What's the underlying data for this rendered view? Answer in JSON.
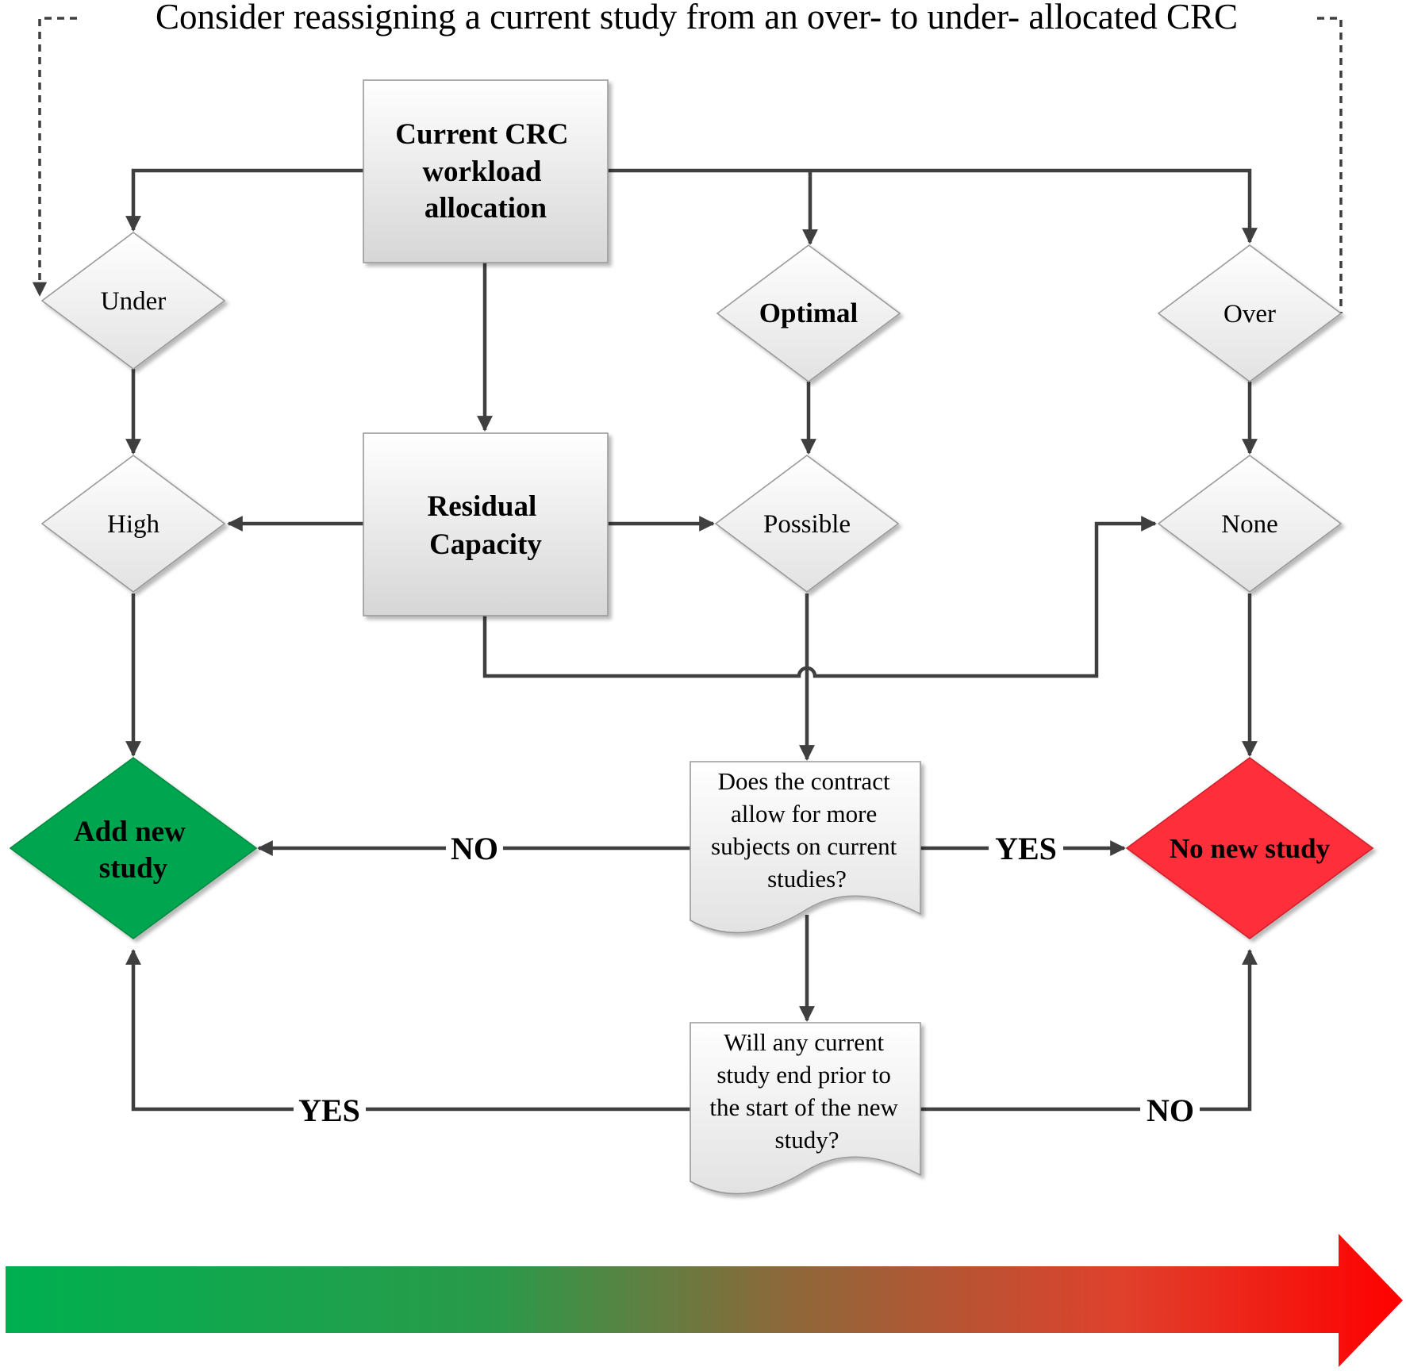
{
  "header": {
    "title": "Consider reassigning a current study from an over- to under- allocated CRC"
  },
  "nodes": {
    "current_workload": [
      "Current CRC",
      "workload",
      "allocation"
    ],
    "residual_capacity": [
      "Residual",
      "Capacity"
    ],
    "under": "Under",
    "optimal": "Optimal",
    "over": "Over",
    "high": "High",
    "possible": "Possible",
    "none": "None",
    "add_new_study": [
      "Add new",
      "study"
    ],
    "no_new_study": "No new study",
    "contract_question": [
      "Does the contract",
      "allow for more",
      "subjects  on current",
      "studies?"
    ],
    "end_question": [
      "Will any current",
      "study end prior to",
      "the start of the new",
      "study?"
    ]
  },
  "edges": {
    "contract_no": "NO",
    "contract_yes": "YES",
    "end_yes": "YES",
    "end_no": "NO"
  },
  "colors": {
    "box_fill_top": "#ffffff",
    "box_fill_bottom": "#d9d9d9",
    "add_study_fill": "#00a550",
    "no_study_fill": "#ff2e3b",
    "gradient_start": "#00b050",
    "gradient_end": "#ff0000",
    "connector": "#3f3f3f"
  }
}
